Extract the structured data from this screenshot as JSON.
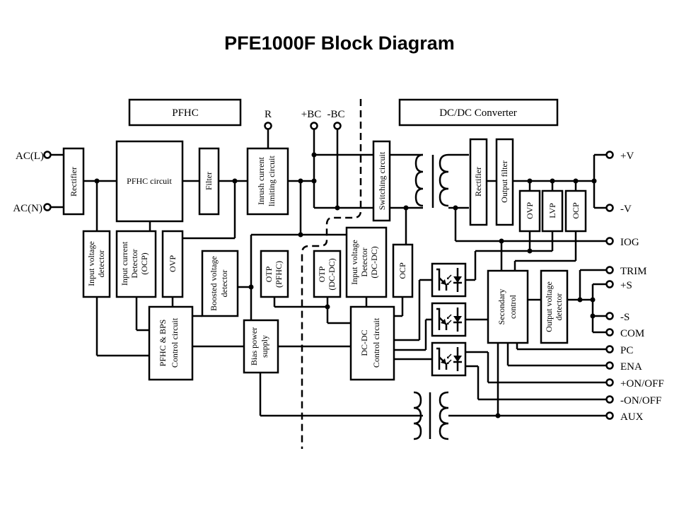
{
  "title": "PFE1000F Block Diagram",
  "sections": {
    "pfhc": "PFHC",
    "dcdc": "DC/DC Converter"
  },
  "input_terminals": {
    "ac_l": "AC(L)",
    "ac_n": "AC(N)"
  },
  "top_terminals": {
    "r": "R",
    "plus_bc": "+BC",
    "minus_bc": "-BC"
  },
  "blocks": {
    "rectifier_in": "Rectifier",
    "pfhc_circuit": "PFHC circuit",
    "filter": "Filter",
    "inrush": [
      "Inrush current",
      "limiting circuit"
    ],
    "switching": "Switching circuit",
    "rectifier_out": "Rectifier",
    "output_filter": "Output filter",
    "ovp_out": "OVP",
    "lvp_out": "LVP",
    "ocp_out": "OCP",
    "input_voltage_detector": [
      "Input voltage",
      "detector"
    ],
    "input_current_detector": [
      "Input current",
      "Detector",
      "(OCP)"
    ],
    "ovp_pfhc": "OVP",
    "boosted_voltage_detector": [
      "Boosted voltage",
      "detector"
    ],
    "otp_pfhc": [
      "OTP",
      "(PFHC)"
    ],
    "otp_dcdc": [
      "OTP",
      "(DC-DC)"
    ],
    "input_voltage_detector_dcdc": [
      "Input voltage",
      "Detector",
      "(DC-DC)"
    ],
    "ocp_dcdc": "OCP",
    "pfhc_bps_control": [
      "PFHC & BPS",
      "Control circuit"
    ],
    "bias_power_supply": [
      "Bias power",
      "supply"
    ],
    "dcdc_control": [
      "DC-DC",
      "Control circuit"
    ],
    "secondary_control": [
      "Secondary",
      "control"
    ],
    "output_voltage_detector": [
      "Output voltage",
      "detector"
    ]
  },
  "output_terminals": [
    "+V",
    "-V",
    "IOG",
    "TRIM",
    "+S",
    "-S",
    "COM",
    "PC",
    "ENA",
    "+ON/OFF",
    "-ON/OFF",
    "AUX"
  ]
}
